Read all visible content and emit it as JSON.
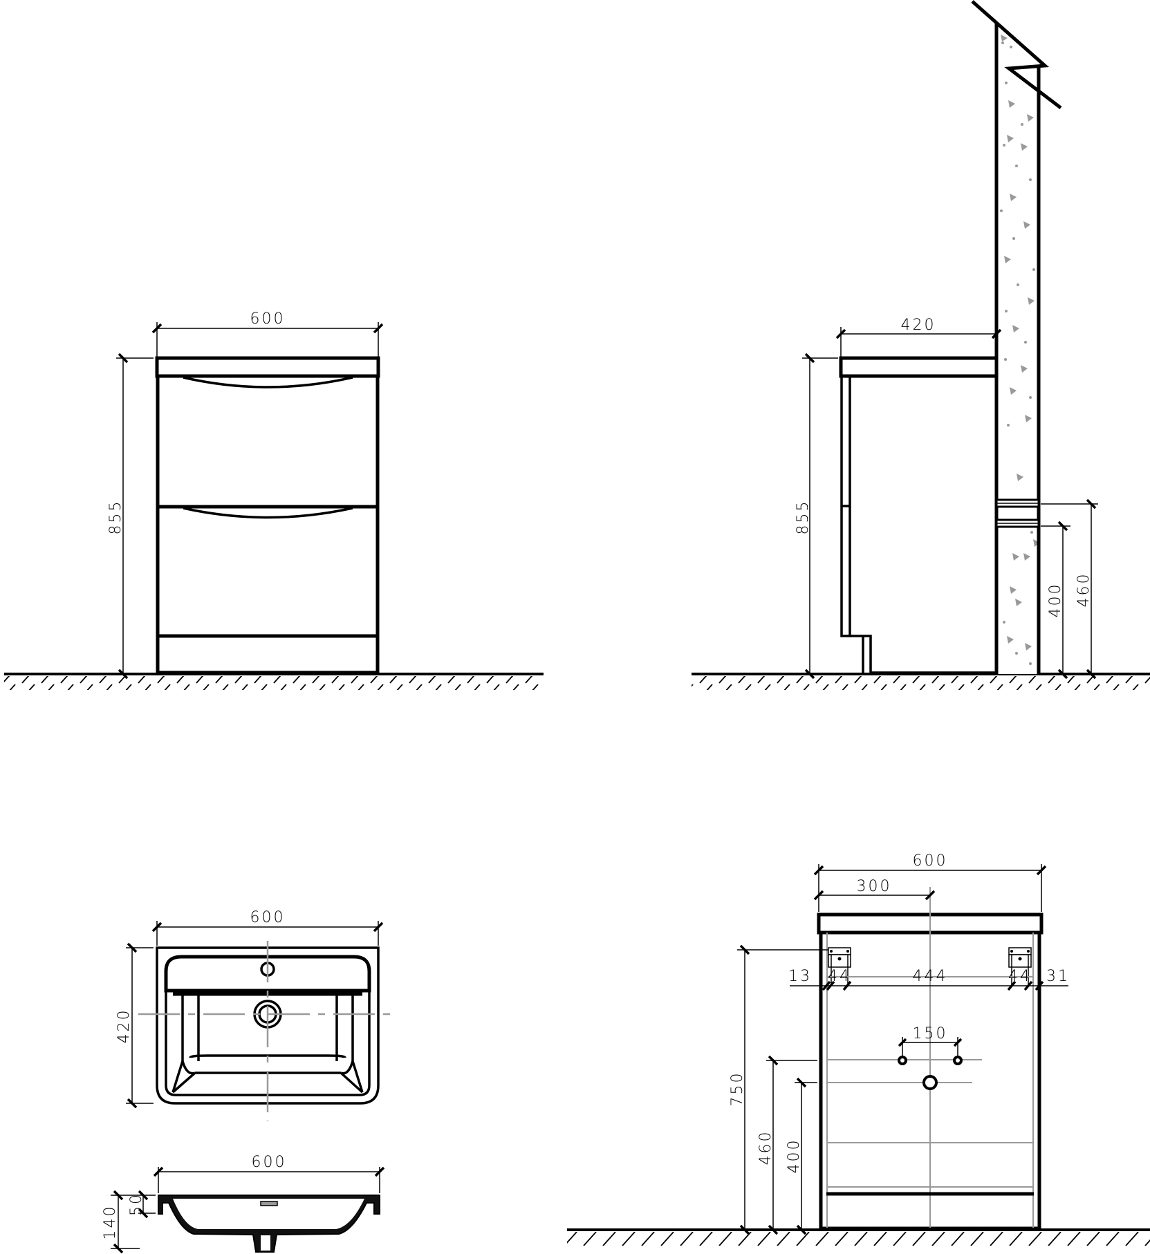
{
  "drawing": {
    "title": "Vanity unit with washbasin — technical drawing",
    "units": "mm",
    "colors": {
      "line": "#000000",
      "centerline": "#999999",
      "wall_fill": "#999999"
    }
  },
  "views": {
    "front": {
      "width_label": "600",
      "height_label": "855",
      "drawers": 2
    },
    "side": {
      "depth_label": "420",
      "height_label": "855",
      "pipe_heights": [
        "400",
        "460"
      ]
    },
    "basin_top": {
      "width_label": "600",
      "depth_label": "420"
    },
    "basin_section": {
      "width_label": "600",
      "rim_label": "50",
      "height_label": "140"
    },
    "rear": {
      "width_label": "600",
      "center_label": "300",
      "mount_height_label": "750",
      "bracket_dims": [
        "13",
        "44",
        "444",
        "44",
        "31"
      ],
      "tap_spacing_label": "150",
      "supply_height_label": "460",
      "drain_height_label": "400"
    }
  }
}
